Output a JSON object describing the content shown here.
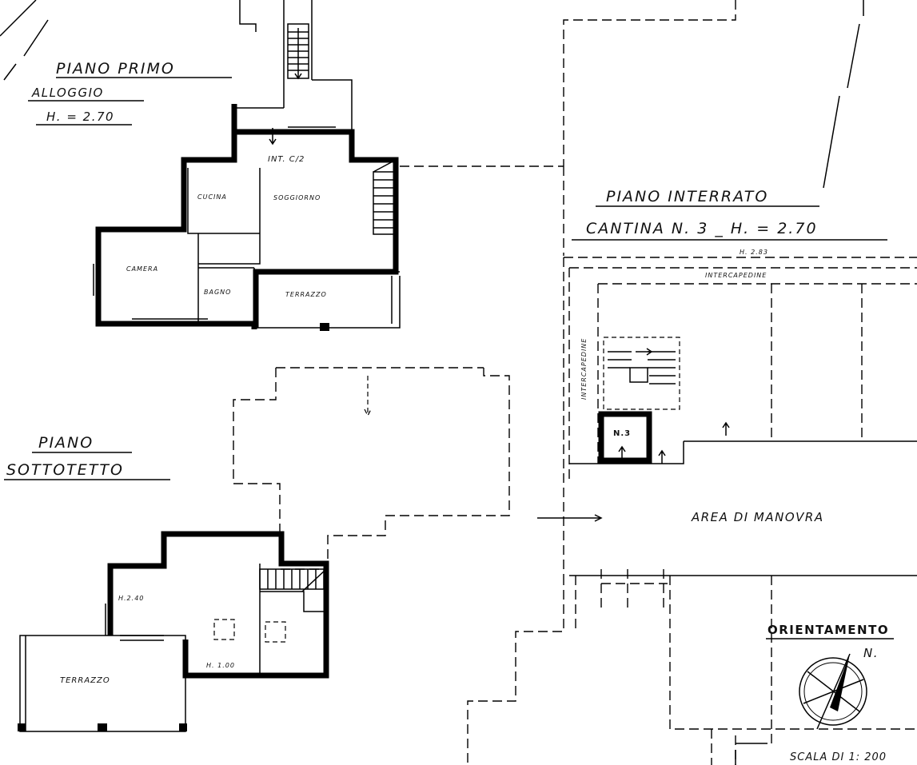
{
  "floor_first": {
    "title": "PIANO PRIMO",
    "subtitle": "ALLOGGIO",
    "height": "H. = 2.70",
    "unit_id": "INT. C/2",
    "rooms": {
      "kitchen": "CUCINA",
      "living": "SOGGIORNO",
      "bedroom": "CAMERA",
      "bathroom": "BAGNO",
      "terrace": "TERRAZZO"
    }
  },
  "floor_attic": {
    "title": "PIANO",
    "subtitle": "SOTTOTETTO",
    "height_high": "H.2.40",
    "height_low": "H. 1.00",
    "terrace": "TERRAZZO"
  },
  "floor_basement": {
    "title": "PIANO INTERRATO",
    "subtitle": "CANTINA  N. 3 _ H. = 2.70",
    "height_label": "H. 2.83",
    "cavity_top": "INTERCAPEDINE",
    "cavity_side": "INTERCAPEDINE",
    "cellar_number": "N.3",
    "maneuver_area": "AREA DI MANOVRA"
  },
  "orientation": {
    "label": "ORIENTAMENTO",
    "north": "N."
  },
  "scale": "SCALA DI 1: 200"
}
